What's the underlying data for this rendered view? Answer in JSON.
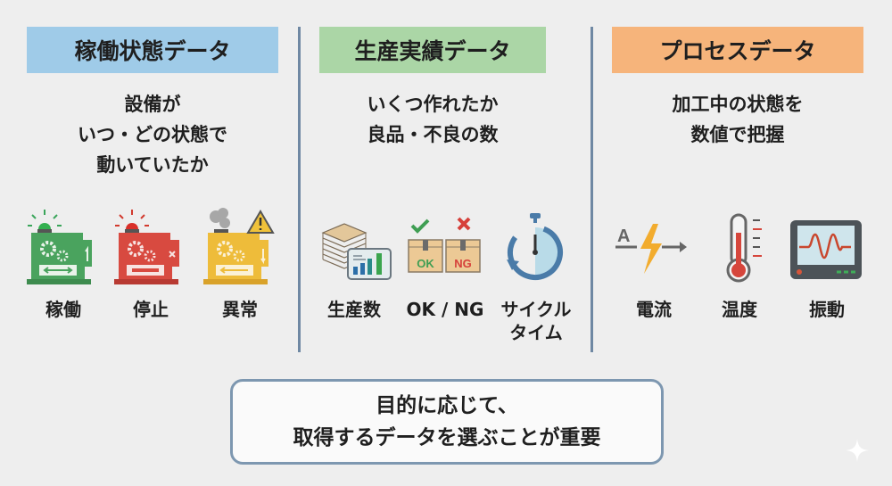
{
  "columns": [
    {
      "title": "稼働状態データ",
      "color": "#9fcbe8",
      "subtitle": [
        "設備が",
        "いつ・どの状態で",
        "動いていたか"
      ],
      "items": [
        {
          "label": "稼働",
          "icon": "machine-running-icon"
        },
        {
          "label": "停止",
          "icon": "machine-stopped-icon"
        },
        {
          "label": "異常",
          "icon": "machine-alarm-icon"
        }
      ]
    },
    {
      "title": "生産実績データ",
      "color": "#abd6a6",
      "subtitle": [
        "いくつ作れたか",
        "良品・不良の数"
      ],
      "items": [
        {
          "label": "生産数",
          "icon": "production-count-icon"
        },
        {
          "label": "OK / NG",
          "icon": "ok-ng-box-icon"
        },
        {
          "label": "サイクル",
          "label2": "タイム",
          "icon": "stopwatch-icon"
        }
      ]
    },
    {
      "title": "プロセスデータ",
      "color": "#f6b47b",
      "subtitle": [
        "加工中の状態を",
        "数値で把握"
      ],
      "items": [
        {
          "label": "電流",
          "icon": "current-icon"
        },
        {
          "label": "温度",
          "icon": "thermometer-icon"
        },
        {
          "label": "振動",
          "icon": "vibration-monitor-icon"
        }
      ]
    }
  ],
  "icon_text": {
    "ok": "OK",
    "ng": "NG",
    "amp": "A"
  },
  "conclusion": [
    "目的に応じて、",
    "取得するデータを選ぶことが重要"
  ]
}
